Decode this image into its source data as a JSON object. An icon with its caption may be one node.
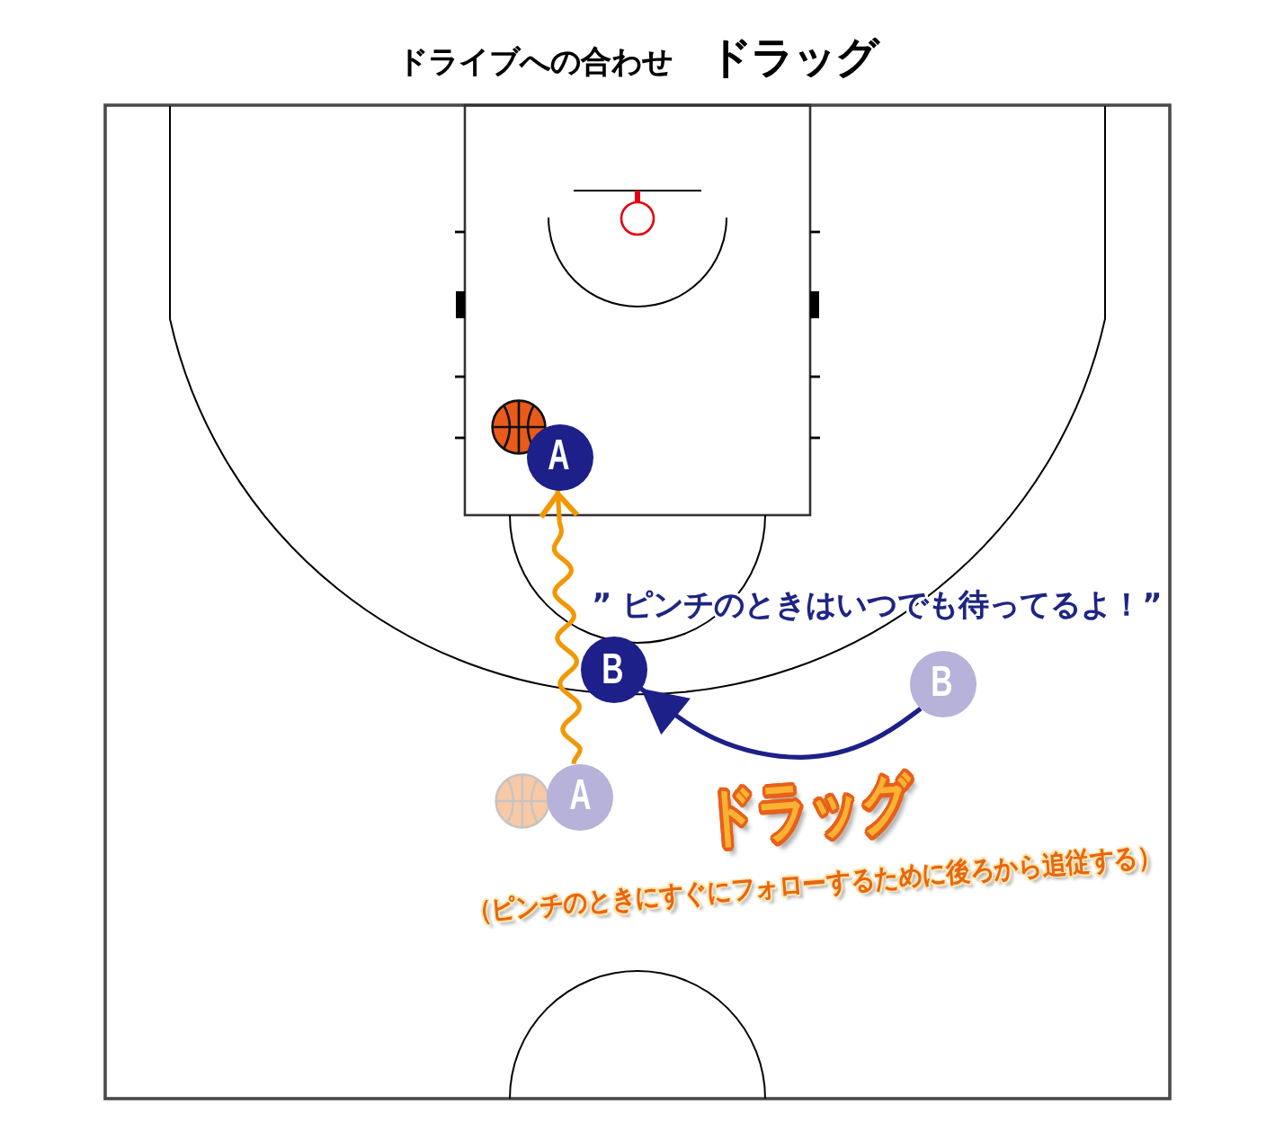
{
  "diagram": {
    "title": "ドライブへの合わせ ドラッグ",
    "nodes": [
      {
        "text": [
          "A"
        ]
      },
      {
        "text": [
          "B"
        ]
      },
      {
        "text": [
          "B"
        ]
      },
      {
        "text": [
          "A"
        ]
      }
    ],
    "edges": [
      {
        "from": 3,
        "to": 0,
        "arrow": "to",
        "color": "#f39800"
      },
      {
        "from": 2,
        "to": 1,
        "arrow": "to",
        "color": "#1d2088"
      }
    ],
    "labels": [
      "” ピンチのときはいつでも待ってるよ！”",
      "ドラッグ",
      "（ピンチのときにすぐにフォローするために後ろから追従する）"
    ]
  }
}
